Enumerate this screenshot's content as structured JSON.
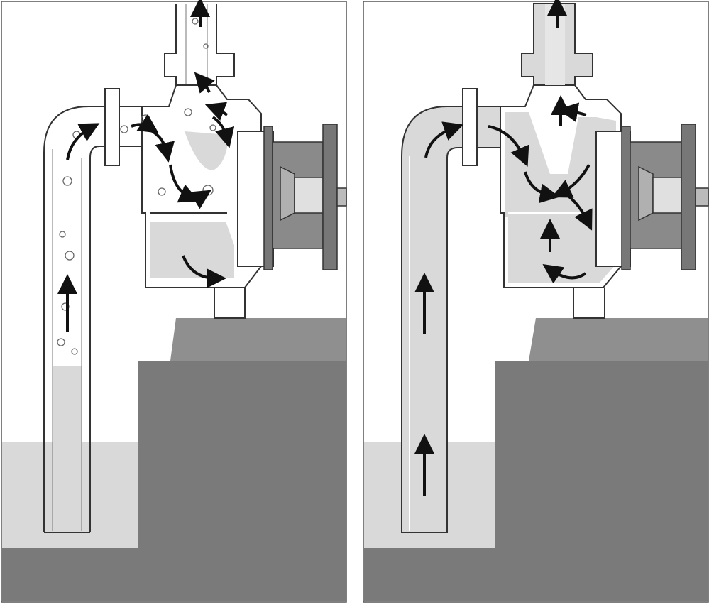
{
  "diagram": {
    "kind": "self-priming pump priming sequence",
    "panels": [
      {
        "id": "priming-stage",
        "state": "air and water mixture being evacuated",
        "arrows": 11,
        "bubbles": true
      },
      {
        "id": "primed-stage",
        "state": "suction pipe fully filled with water",
        "arrows": 12,
        "bubbles": false
      }
    ],
    "colors": {
      "background": "#ffffff",
      "water": "#d9d9d9",
      "ground": "#7a7a7a",
      "ground_shadow": "#6e6e6e",
      "base": "#8f8f8f",
      "motor_flange": "#777777",
      "outline": "#2b2b2b",
      "arrow": "#111111"
    }
  }
}
